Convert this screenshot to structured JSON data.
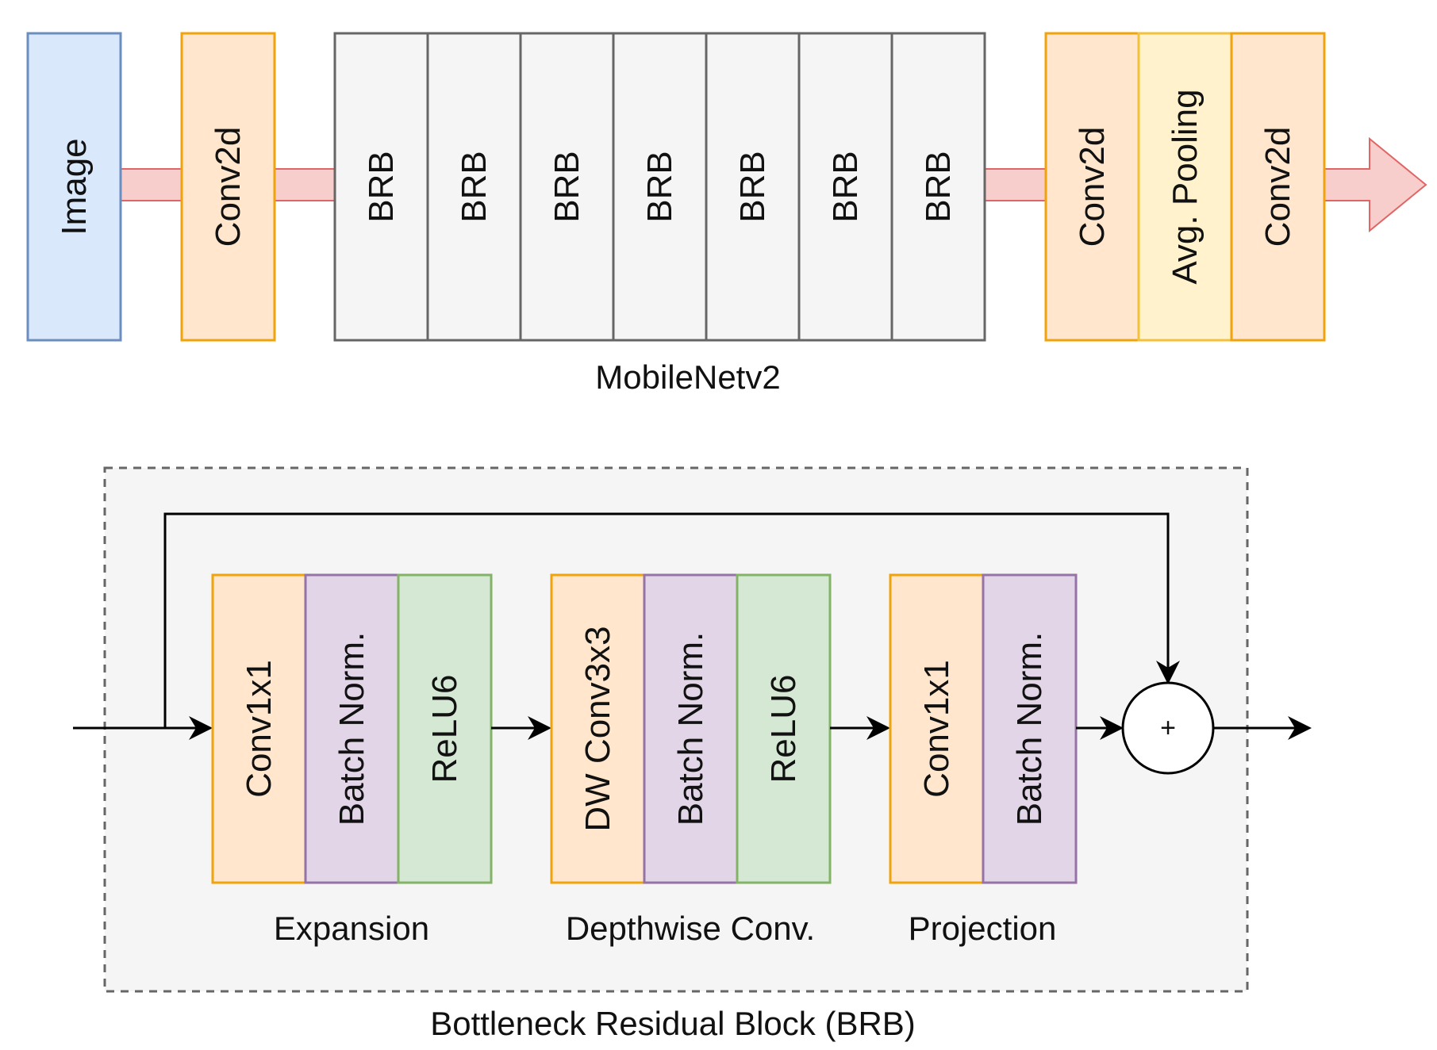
{
  "top": {
    "image_label": "Image",
    "conv_in_label": "Conv2d",
    "brb_labels": [
      "BRB",
      "BRB",
      "BRB",
      "BRB",
      "BRB",
      "BRB",
      "BRB"
    ],
    "head_labels": [
      "Conv2d",
      "Avg. Pooling",
      "Conv2d"
    ],
    "caption": "MobileNetv2"
  },
  "bottom": {
    "expansion": {
      "blocks": [
        "Conv1x1",
        "Batch Norm.",
        "ReLU6"
      ],
      "caption": "Expansion"
    },
    "depthwise": {
      "blocks": [
        "DW Conv3x3",
        "Batch Norm.",
        "ReLU6"
      ],
      "caption": "Depthwise Conv."
    },
    "projection": {
      "blocks": [
        "Conv1x1",
        "Batch Norm."
      ],
      "caption": "Projection"
    },
    "add_symbol": "+",
    "caption": "Bottleneck Residual Block (BRB)"
  },
  "colors": {
    "image_fill": "#dae8fc",
    "image_stroke": "#6c8ebf",
    "conv_fill": "#ffe6cc",
    "conv_stroke": "#f0a30a",
    "brb_fill": "#f5f5f5",
    "brb_stroke": "#666666",
    "pool_fill": "#fff2cc",
    "pool_stroke": "#f2c23a",
    "bn_fill": "#e1d5e7",
    "bn_stroke": "#9673a6",
    "relu_fill": "#d5e8d4",
    "relu_stroke": "#82b366",
    "arrow_fill": "#f8cecc",
    "arrow_stroke": "#e06666",
    "container_fill": "#f5f5f5",
    "container_stroke": "#666666"
  }
}
